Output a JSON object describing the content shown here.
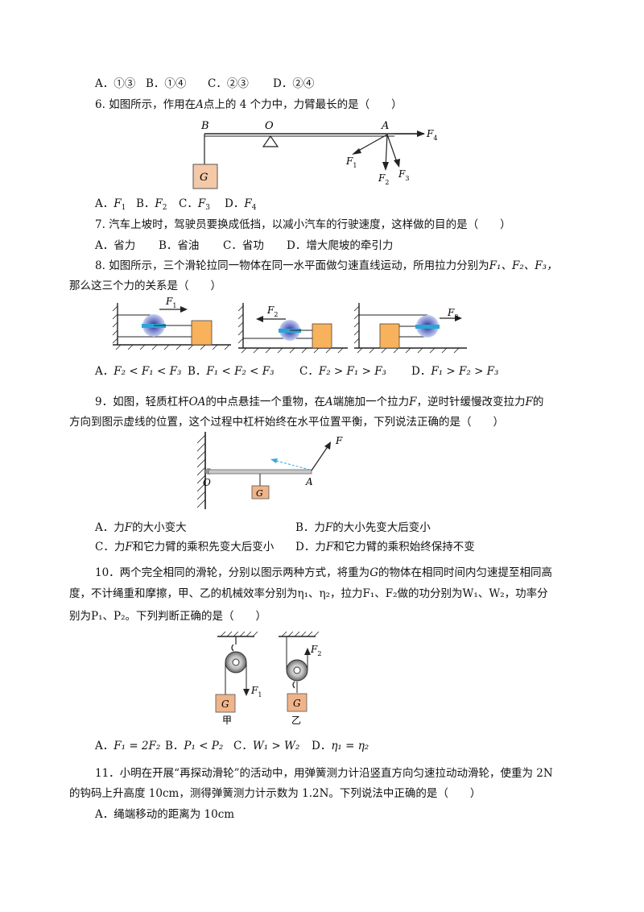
{
  "q5": {
    "options": [
      "A．①③",
      "B．①④",
      "C．②③",
      "D．②④"
    ]
  },
  "q6": {
    "stem": "6. 如图所示，作用在",
    "stem_point": "A",
    "stem_tail": "点上的 4 个力中，力臂最长的是（　　）",
    "figure": {
      "label_B": "B",
      "label_O": "O",
      "label_A": "A",
      "label_G": "G",
      "label_F": "F",
      "sub1": "1",
      "sub2": "2",
      "sub3": "3",
      "sub4": "4"
    },
    "options": [
      {
        "letter": "A．",
        "var": "F",
        "sub": "1"
      },
      {
        "letter": "B．",
        "var": "F",
        "sub": "2"
      },
      {
        "letter": "C．",
        "var": "F",
        "sub": "3"
      },
      {
        "letter": "D．",
        "var": "F",
        "sub": "4"
      }
    ]
  },
  "q7": {
    "stem": "7. 汽车上坡时，驾驶员要换成低挡，以减小汽车的行驶速度，这样做的目的是（　　）",
    "options": [
      "A．省力",
      "B．省油",
      "C．省功",
      "D．增大爬坡的牵引力"
    ]
  },
  "q8": {
    "stem_line1": "8. 如图所示，三个滑轮拉同一物体在同一水平面做匀速直线运动，所用拉力分别为",
    "stem_forces": "F₁、F₂、F₃，",
    "stem_line2": "那么这三个力的关系是（　　）",
    "figure": {
      "label_F": "F",
      "sub1": "1",
      "sub2": "2",
      "sub3": "3"
    },
    "options": [
      {
        "letter": "A．",
        "expr": "F₂ < F₁ < F₃"
      },
      {
        "letter": "B．",
        "expr": "F₁ < F₂ < F₃"
      },
      {
        "letter": "C．",
        "expr": "F₂ > F₁ > F₃"
      },
      {
        "letter": "D．",
        "expr": "F₁ > F₂ > F₃"
      }
    ]
  },
  "q9": {
    "stem_line1_a": "9．如图，轻质杠杆",
    "stem_OA": "OA",
    "stem_line1_b": "的中点悬挂一个重物，在",
    "stem_A": "A",
    "stem_line1_c": "端施加一个拉力",
    "stem_F": "F",
    "stem_line1_d": "，逆时针缓慢改变拉力",
    "stem_F2": "F",
    "stem_line1_e": "的",
    "stem_line2": "方向到图示虚线的位置，这个过程中杠杆始终在水平位置平衡，下列说法正确的是（　　）",
    "figure": {
      "label_O": "O",
      "label_A": "A",
      "label_G": "G",
      "label_F": "F"
    },
    "options": [
      {
        "pre": "A．力",
        "var": "F",
        "post": "的大小变大"
      },
      {
        "pre": "B．力",
        "var": "F",
        "post": "的大小先变大后变小"
      },
      {
        "pre": "C．力",
        "var": "F",
        "post": "和它力臂的乘积先变大后变小"
      },
      {
        "pre": "D．力",
        "var": "F",
        "post": "和它力臂的乘积始终保持不变"
      }
    ]
  },
  "q10": {
    "stem_line1": "10．两个完全相同的滑轮，分别以图示两种方式，将重为",
    "stem_G": "G",
    "stem_line1_b": "的物体在相同时间内匀速提至相同高",
    "stem_line2": "度，不计绳重和摩擦，甲、乙的机械效率分别为η₁、η₂，拉力F₁、F₂做的功分别为W₁、W₂，功率分",
    "stem_line3": "别为P₁、P₂。下列判断正确的是（　　）",
    "figure": {
      "label_G": "G",
      "label_F": "F",
      "sub1": "1",
      "sub2": "2",
      "jia": "甲",
      "yi": "乙"
    },
    "options": [
      {
        "letter": "A．",
        "expr": "F₁ = 2F₂"
      },
      {
        "letter": "B．",
        "expr": "P₁ < P₂"
      },
      {
        "letter": "C．",
        "expr": "W₁ > W₂"
      },
      {
        "letter": "D．",
        "expr": "η₁ = η₂"
      }
    ]
  },
  "q11": {
    "stem_line1": "11．小明在开展“再探动滑轮”的活动中，用弹簧测力计沿竖直方向匀速拉动动滑轮，使重为 2N",
    "stem_line2": "的钩码上升高度 10cm，测得弹簧测力计示数为 1.2N。下列说法中正确的是（　　）",
    "options": [
      "A．绳端移动的距离为 10cm"
    ]
  }
}
